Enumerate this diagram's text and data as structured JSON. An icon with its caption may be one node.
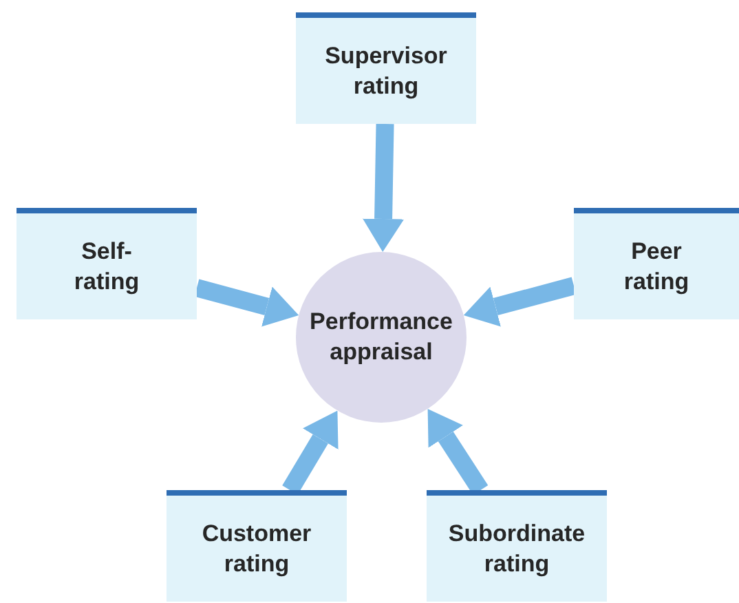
{
  "diagram": {
    "nodes": [
      {
        "text": [
          "Performance appraisal"
        ]
      },
      {
        "text": [
          "Supervisor rating"
        ]
      },
      {
        "text": [
          "Self-rating"
        ]
      },
      {
        "text": [
          "Peer rating"
        ]
      },
      {
        "text": [
          "Customer rating"
        ]
      },
      {
        "text": [
          "Subordinate rating"
        ]
      }
    ],
    "edges": [
      {
        "from": 1,
        "to": 0,
        "arrow": "to"
      },
      {
        "from": 2,
        "to": 0,
        "arrow": "to"
      },
      {
        "from": 3,
        "to": 0,
        "arrow": "to"
      },
      {
        "from": 4,
        "to": 0,
        "arrow": "to"
      },
      {
        "from": 5,
        "to": 0,
        "arrow": "to"
      }
    ]
  }
}
